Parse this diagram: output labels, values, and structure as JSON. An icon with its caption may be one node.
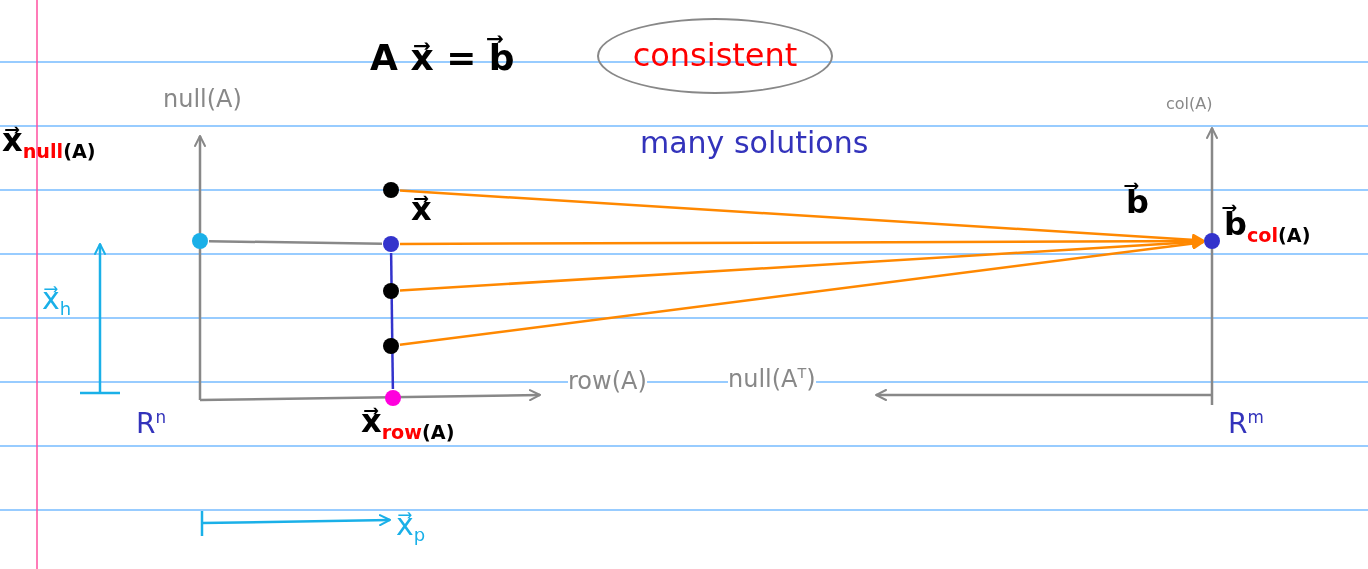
{
  "diagram": {
    "nodes": [
      {
        "text": [
          "consistent"
        ]
      },
      {
        "text": [],
        "shape": "circle"
      },
      {
        "text": [],
        "shape": "circle",
        "beside": [
          "x⃗$_{null(A)}$"
        ]
      },
      {
        "text": [],
        "shape": "circle",
        "beside": [
          "x⃗"
        ]
      },
      {
        "text": [],
        "shape": "circle",
        "beside": [
          "b⃗",
          "b⃗$_{col(A)}$"
        ]
      },
      {
        "text": [],
        "shape": "circle"
      },
      {
        "text": [],
        "shape": "circle"
      },
      {
        "text": [],
        "shape": "circle",
        "beside": [
          "x⃗$_{row(A)}$"
        ]
      }
    ],
    "edges": [
      {
        "from": 1,
        "to": 4,
        "arrow": "to"
      },
      {
        "from": 3,
        "to": 4,
        "arrow": "to"
      },
      {
        "from": 5,
        "to": 4,
        "arrow": "to"
      },
      {
        "from": 6,
        "to": 4,
        "arrow": "to"
      },
      {
        "from": 2,
        "to": 3,
        "arrow": "none",
        "color": "#888888"
      },
      {
        "from": 3,
        "to": 7,
        "arrow": "none",
        "color": "#3333cc"
      }
    ],
    "labels": [
      "A x⃗ = b⃗",
      "null(A)",
      "col(A)",
      "many solutions",
      "x⃗$_{h}$",
      "row(A)",
      "null(A$^{T}$)",
      "R$^{n}$",
      "R$^{m}$",
      "x⃗$_{p}$"
    ]
  }
}
